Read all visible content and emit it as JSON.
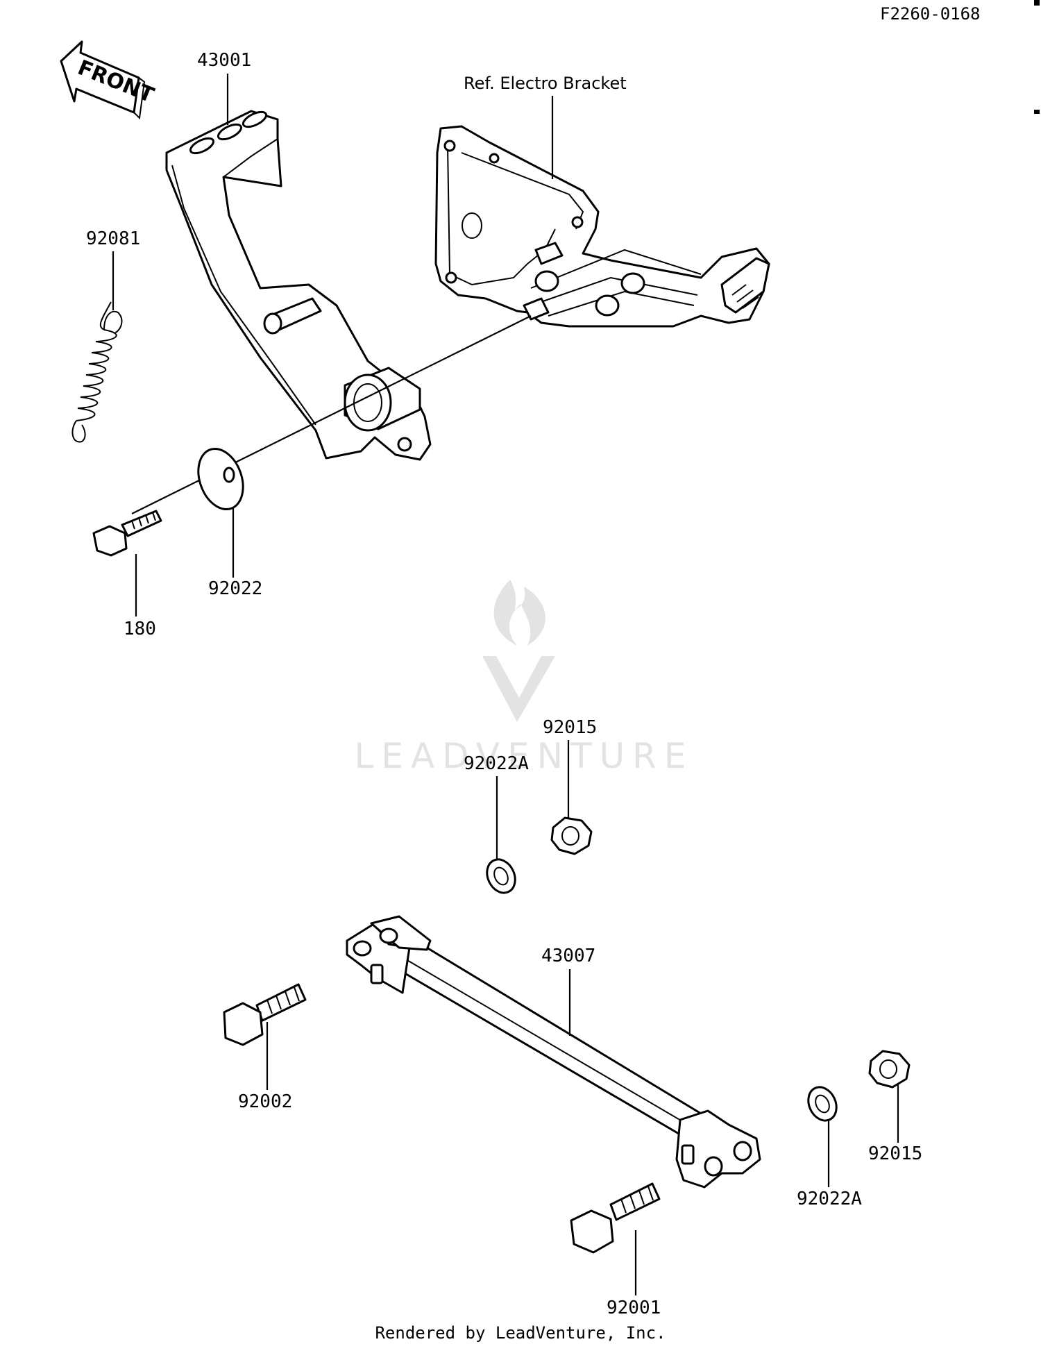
{
  "diagram_code": "F2260-0168",
  "front_label": "FRONT",
  "reference_label": "Ref. Electro  Bracket",
  "watermark": "LEADVENTURE",
  "footer": "Rendered by LeadVenture, Inc.",
  "parts": {
    "p43001": "43001",
    "p92081": "92081",
    "p92022": "92022",
    "p180": "180",
    "p92015_top": "92015",
    "p92022A_top": "92022A",
    "p43007": "43007",
    "p92002": "92002",
    "p92015_bottom": "92015",
    "p92022A_bottom": "92022A",
    "p92001": "92001"
  }
}
